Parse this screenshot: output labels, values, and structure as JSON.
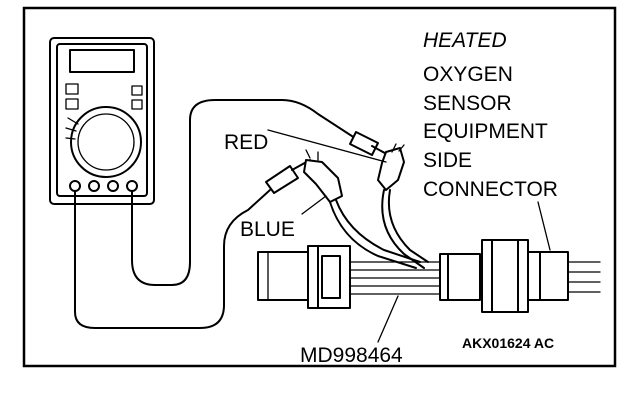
{
  "labels": {
    "connector_title": [
      "HEATED",
      "OXYGEN",
      "SENSOR",
      "EQUIPMENT",
      "SIDE",
      "CONNECTOR"
    ],
    "red_lead": "RED",
    "blue_lead": "BLUE",
    "harness_part": "MD998464",
    "figure_code": "AKX01624 AC"
  },
  "icons": {
    "meter": "multimeter-icon",
    "probe_red": "test-probe-icon",
    "probe_blue": "test-probe-icon",
    "clip": "alligator-clip-icon"
  },
  "colors": {
    "ink": "#000000",
    "paper": "#ffffff"
  }
}
